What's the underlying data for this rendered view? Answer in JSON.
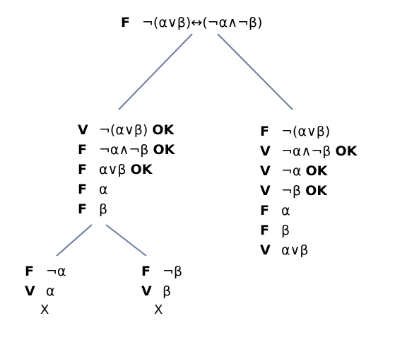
{
  "root": {
    "sign": "F",
    "formula": "¬(α∨β)↔(¬α∧¬β)"
  },
  "left": [
    {
      "sign": "V",
      "formula": "¬(α∨β)",
      "mark": "OK"
    },
    {
      "sign": "F",
      "formula": "¬α∧¬β",
      "mark": "OK"
    },
    {
      "sign": "F",
      "formula": "α∨β",
      "mark": "OK"
    },
    {
      "sign": "F",
      "formula": "α",
      "mark": ""
    },
    {
      "sign": "F",
      "formula": "β",
      "mark": ""
    }
  ],
  "right": [
    {
      "sign": "F",
      "formula": "¬(α∨β)",
      "mark": ""
    },
    {
      "sign": "V",
      "formula": "¬α∧¬β",
      "mark": "OK"
    },
    {
      "sign": "V",
      "formula": "¬α",
      "mark": "OK"
    },
    {
      "sign": "V",
      "formula": "¬β",
      "mark": "OK"
    },
    {
      "sign": "F",
      "formula": "α",
      "mark": ""
    },
    {
      "sign": "F",
      "formula": "β",
      "mark": ""
    },
    {
      "sign": "V",
      "formula": "α∨β",
      "mark": ""
    }
  ],
  "leaf_left": [
    {
      "sign": "F",
      "formula": "¬α"
    },
    {
      "sign": "V",
      "formula": "α"
    }
  ],
  "leaf_right": [
    {
      "sign": "F",
      "formula": "¬β"
    },
    {
      "sign": "V",
      "formula": "β"
    }
  ],
  "closed_left": "X",
  "closed_right": "X"
}
